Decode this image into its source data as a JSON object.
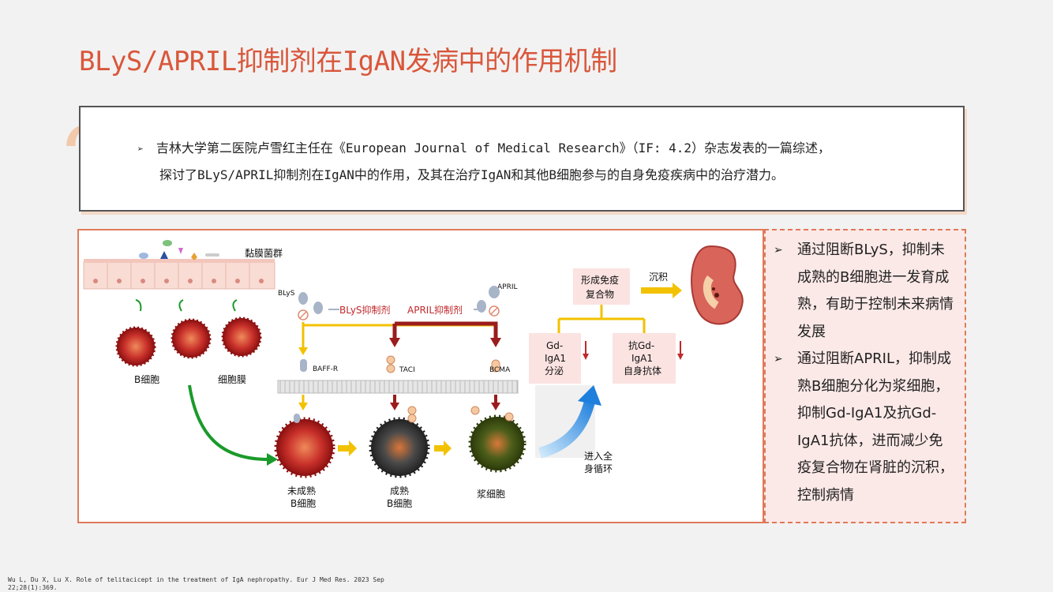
{
  "page": {
    "title": "BLyS/APRIL抑制剂在IgAN发病中的作用机制"
  },
  "quote": {
    "mark": "“",
    "bullet": "➢",
    "line1": "吉林大学第二医院卢雪红主任在《European Journal of Medical Research》（IF: 4.2）杂志发表的一篇综述，",
    "line2": "探讨了BLyS/APRIL抑制剂在IgAN中的作用，及其在治疗IgAN和其他B细胞参与的自身免疫疾病中的治疗潜力。"
  },
  "figure": {
    "mucosa_label": "黏膜菌群",
    "b_cell_label": "B细胞",
    "membrane_label": "细胞膜",
    "blys_label": "BLyS",
    "april_label": "APRIL",
    "blys_inhibitor": "BLyS抑制剂",
    "april_inhibitor": "APRIL抑制剂",
    "receptor_baffr": "BAFF-R",
    "receptor_taci": "TACI",
    "receptor_bcma": "BCMA",
    "immature_b_1": "未成熟",
    "immature_b_2": "B细胞",
    "mature_b_1": "成熟",
    "mature_b_2": "B细胞",
    "plasma_cell": "浆细胞",
    "immune_complex_1": "形成免疫",
    "immune_complex_2": "复合物",
    "deposit": "沉积",
    "gd_secrete_1": "Gd-",
    "gd_secrete_2": "IgA1",
    "gd_secrete_3": "分泌",
    "anti_gd_1": "抗Gd-",
    "anti_gd_2": "IgA1",
    "anti_gd_3": "自身抗体",
    "circulation_1": "进入全",
    "circulation_2": "身循环"
  },
  "side": {
    "bullet": "➢",
    "item1": "通过阻断BLyS，抑制未成熟的B细胞进一发育成熟，有助于控制未来病情发展",
    "item2": "通过阻断APRIL，抑制成熟B细胞分化为浆细胞，抑制Gd-IgA1及抗Gd-IgA1抗体，进而减少免疫复合物在肾脏的沉积，控制病情"
  },
  "citation": "Wu L, Du X, Lu X. Role of telitacicept in the treatment of IgA nephropathy. Eur J Med Res. 2023 Sep 22;28(1):369.",
  "colors": {
    "accent": "#d9573b",
    "box_border": "#e07a5a",
    "side_bg": "#fbe9e7",
    "inhibitor_red": "#c0282b",
    "arrow_yellow": "#f2c200",
    "arrow_darkred": "#9b1c1c",
    "arrow_green": "#1a9a2a",
    "arrow_blue": "#2a8fe0"
  }
}
